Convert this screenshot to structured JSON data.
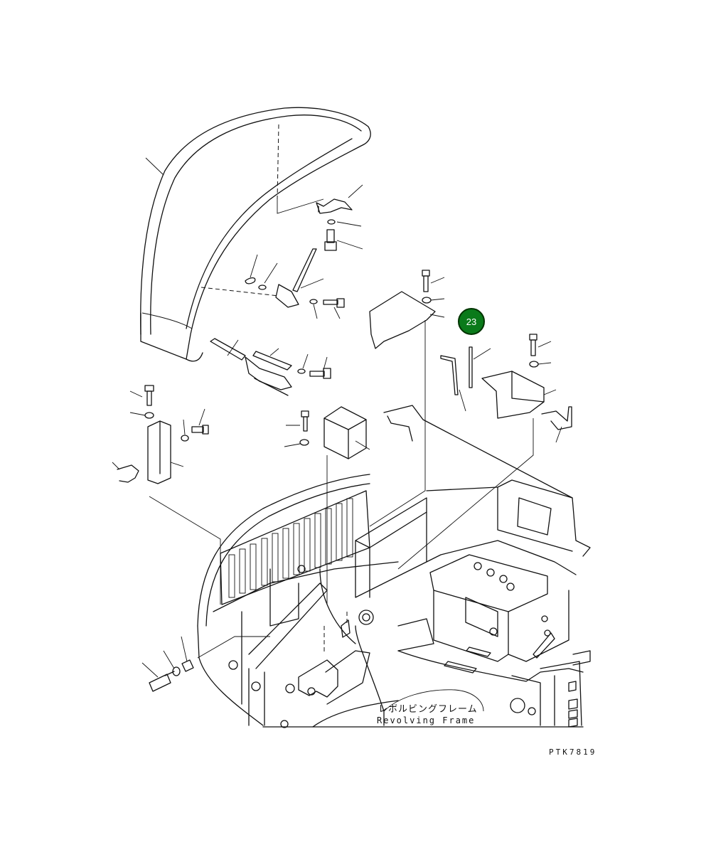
{
  "callout": {
    "number": "23",
    "color": "#0a7a1a"
  },
  "frame_label": {
    "japanese": "レボルビングフレーム",
    "english": "Revolving Frame"
  },
  "drawing_code": "PTK7819",
  "icons": [
    "callout-badge"
  ]
}
